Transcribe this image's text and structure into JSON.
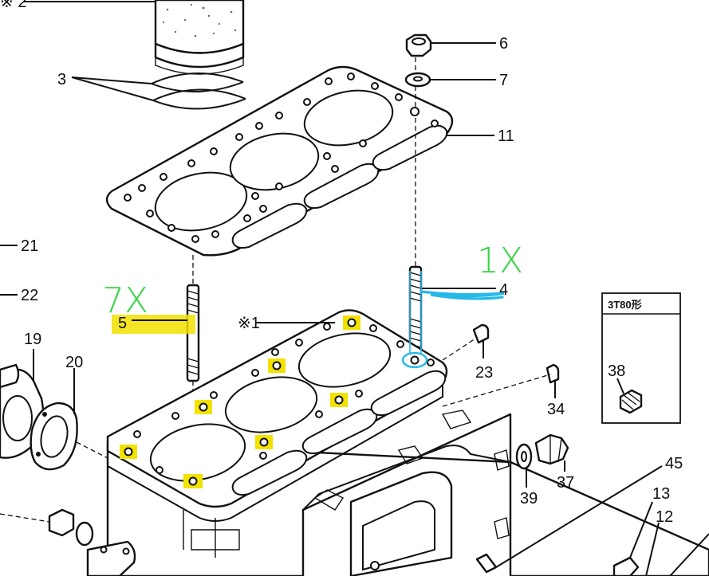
{
  "colors": {
    "highlight": "#f2e200",
    "annotation_green": "#39d446",
    "annotation_cyan": "#27b9e8",
    "ink": "#111111"
  },
  "labels": {
    "part_2": "※ 2",
    "part_3": "3",
    "part_6": "6",
    "part_7": "7",
    "part_11": "11",
    "part_4": "4",
    "part_5": "5",
    "part_1": "※1",
    "part_21": "21",
    "part_22": "22",
    "part_19": "19",
    "part_20": "20",
    "part_23": "23",
    "part_34": "34",
    "part_39": "39",
    "part_37": "37",
    "part_45": "45",
    "part_13": "13",
    "part_12": "12",
    "part_38": "38",
    "inset_title": "3T80形"
  },
  "annotations": {
    "stud_count_green": "7X",
    "stud_count_cyan": "1X"
  }
}
